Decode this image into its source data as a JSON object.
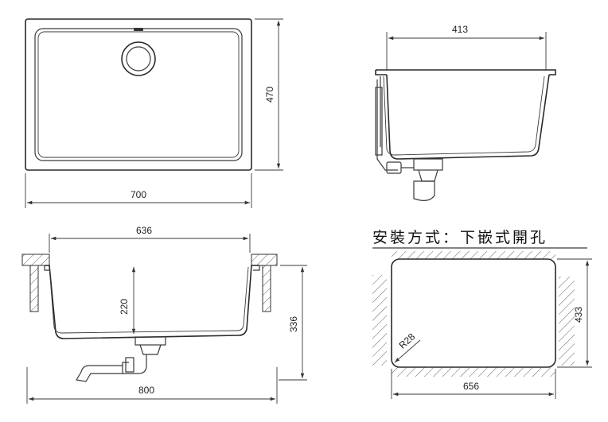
{
  "views": {
    "top": {
      "width_label": "700",
      "depth_label": "470"
    },
    "side": {
      "width_label": "413"
    },
    "front": {
      "inner_width_label": "636",
      "inner_depth_label": "220",
      "height_label": "336",
      "outer_width_label": "800"
    },
    "cutout": {
      "title": "安裝方式：下嵌式開孔",
      "width_label": "656",
      "depth_label": "433",
      "radius_label": "R28"
    }
  }
}
